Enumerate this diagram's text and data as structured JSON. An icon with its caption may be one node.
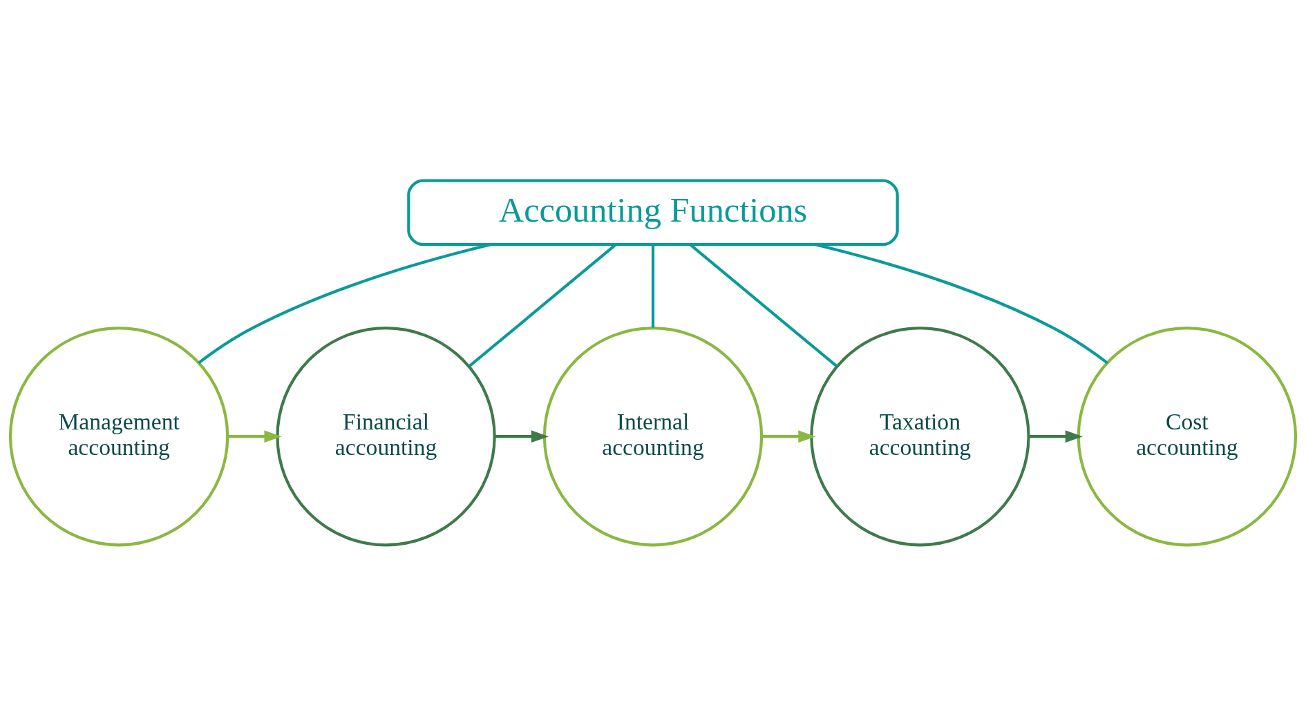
{
  "diagram": {
    "nodes": [
      {
        "text": [
          "Accounting Functions"
        ]
      },
      {
        "text": [
          "Management accounting"
        ]
      },
      {
        "text": [
          "Financial accounting"
        ]
      },
      {
        "text": [
          "Internal accounting"
        ]
      },
      {
        "text": [
          "Taxation accounting"
        ]
      },
      {
        "text": [
          "Cost accounting"
        ]
      }
    ],
    "edges": [
      {
        "from": 0,
        "to": 1,
        "arrow": "none"
      },
      {
        "from": 0,
        "to": 2,
        "arrow": "none"
      },
      {
        "from": 0,
        "to": 3,
        "arrow": "none"
      },
      {
        "from": 0,
        "to": 4,
        "arrow": "none"
      },
      {
        "from": 0,
        "to": 5,
        "arrow": "none"
      },
      {
        "from": 1,
        "to": 2,
        "arrow": "to",
        "color": "#8ab840"
      },
      {
        "from": 2,
        "to": 3,
        "arrow": "to",
        "color": "#3e7a4a"
      },
      {
        "from": 3,
        "to": 4,
        "arrow": "to",
        "color": "#8ab840"
      },
      {
        "from": 4,
        "to": 5,
        "arrow": "to",
        "color": "#3e7a4a"
      }
    ]
  }
}
